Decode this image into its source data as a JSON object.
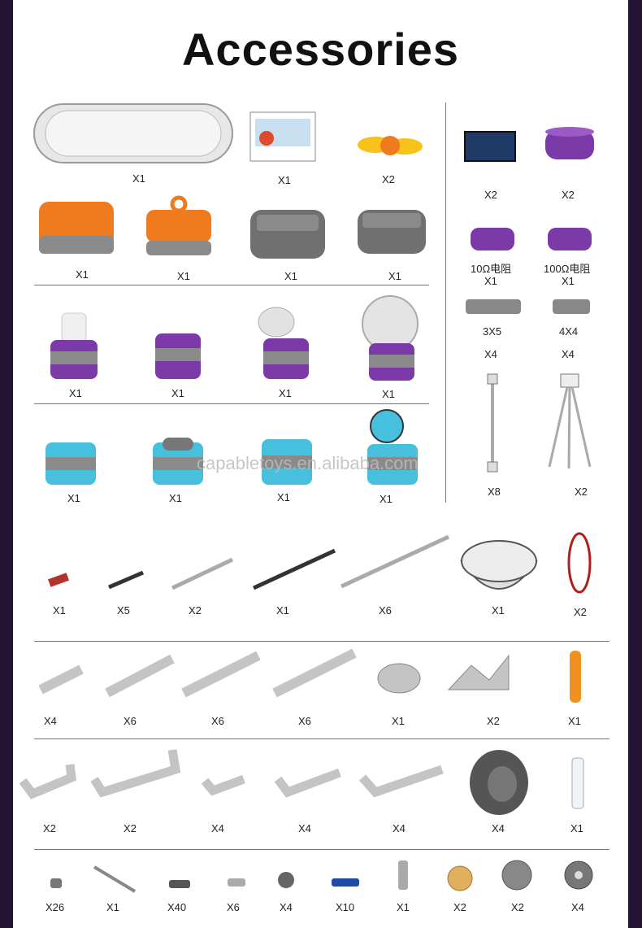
{
  "title": "Accessories",
  "watermark": "capabletoys.en.alibaba.com",
  "colors": {
    "orange": "#f07a1e",
    "purple": "#7b3aa8",
    "cyan": "#46c0dc",
    "grey": "#8a8a8a",
    "beam": "#c4c4c4",
    "dark": "#3a3a3a"
  },
  "left_panel": {
    "row1": [
      "X1",
      "X1",
      "X2"
    ],
    "row2": [
      "X1",
      "X1",
      "X1",
      "X1"
    ],
    "row3": [
      "X1",
      "X1",
      "X1",
      "X1"
    ],
    "row4": [
      "X1",
      "X1",
      "X1",
      "X1"
    ]
  },
  "right_panel": {
    "solar": "X2",
    "cap": "X2",
    "res10_name": "10Ω电阻",
    "res10_qty": "X1",
    "res100_name": "100Ω电阻",
    "res100_qty": "X1",
    "pin3x5": "3X5",
    "pin3x5_qty": "X4",
    "pin4x4": "4X4",
    "pin4x4_qty": "X4",
    "wire": "X8",
    "wire3": "X2"
  },
  "rods": [
    "X1",
    "X5",
    "X2",
    "X1",
    "X6",
    "X1",
    "X2"
  ],
  "beams": [
    "X4",
    "X6",
    "X6",
    "X6",
    "X1",
    "X2",
    "X1"
  ],
  "angles": [
    "X2",
    "X2",
    "X4",
    "X4",
    "X4",
    "X4",
    "X1"
  ],
  "small_parts": [
    "X26",
    "X1",
    "X40",
    "X6",
    "X4",
    "X10",
    "X1",
    "X2",
    "X2",
    "X4"
  ]
}
